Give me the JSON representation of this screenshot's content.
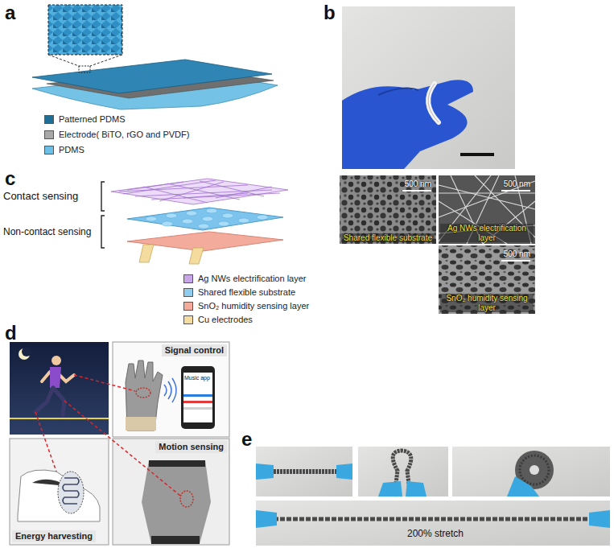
{
  "diagram": {
    "nodes": [
      {
        "text": [
          "500 nm",
          "Shared flexible substrate"
        ]
      },
      {
        "text": [
          "500 nm",
          "Ag NWs electrification layer"
        ]
      },
      {
        "text": [
          "500 nm",
          "SnO₂ humidity sensing layer"
        ]
      },
      {
        "text": [
          "Signal control"
        ]
      },
      {
        "text": [
          "Energy harvesting"
        ]
      },
      {
        "text": [
          "Motion sensing"
        ]
      }
    ],
    "labels": [
      "a",
      "b",
      "c",
      "d",
      "e",
      "Contact sensing",
      "Non-contact sensing",
      "Music app",
      "200% stretch"
    ],
    "legend": [
      {
        "text": "Patterned PDMS",
        "color": "#1f6e96"
      },
      {
        "text": "Electrode( BiTO, rGO and PVDF)",
        "color": "#a8a8a8"
      },
      {
        "text": "PDMS",
        "color": "#6cc0e6"
      },
      {
        "text": "Ag NWs electrification layer",
        "color": "#c8a6e8"
      },
      {
        "text": "Shared flexible substrate",
        "color": "#8fcdf0"
      },
      {
        "text": "SnO₂ humidity sensing layer",
        "color": "#f5ab9c"
      },
      {
        "text": "Cu electrodes",
        "color": "#f3dc9e"
      }
    ]
  }
}
